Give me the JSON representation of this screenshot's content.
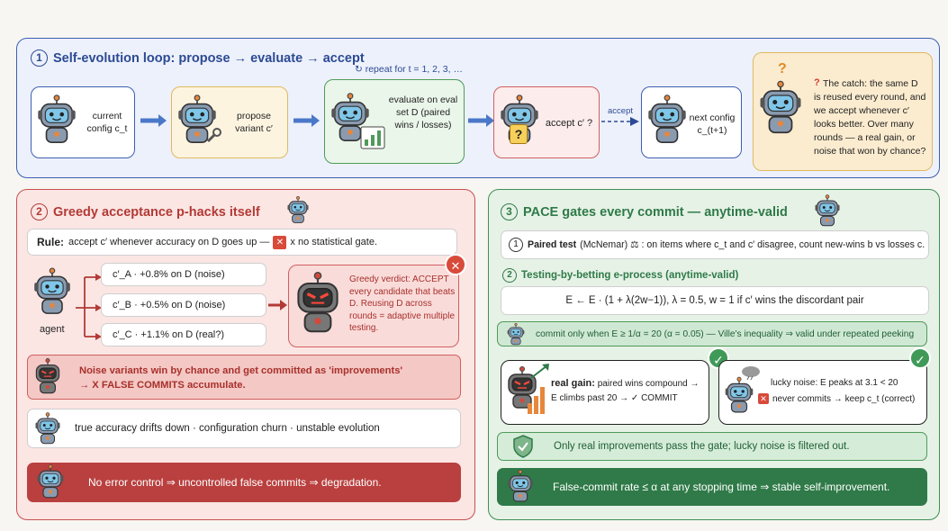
{
  "panel1": {
    "number": "1",
    "title": "Self-evolution loop: propose → evaluate → accept",
    "repeat": "↻ repeat for t = 1, 2, 3, …",
    "step1": "current config c_t",
    "step2": "propose variant c′",
    "step3": "evaluate on eval set D (paired wins / losses)",
    "step4": "accept c′ ?",
    "accept_label": "accept",
    "step5": "next config c_(t+1)",
    "catch_mark": "?",
    "catch_text": "The catch: the same D is reused every round, and we accept whenever c′ looks better. Over many rounds — a real gain, or noise that won by chance?"
  },
  "panel2": {
    "number": "2",
    "title": "Greedy acceptance p-hacks itself",
    "rule_label": "Rule:",
    "rule_text": "accept c′ whenever accuracy on D goes up —",
    "rule_x": "✕",
    "rule_suffix": "x no statistical gate.",
    "agent_label": "agent",
    "cand_a": "c′_A · +0.8% on D (noise)",
    "cand_b": "c′_B · +0.5% on D (noise)",
    "cand_c": "c′_C · +1.1% on D (real?)",
    "verdict": "Greedy verdict: ACCEPT every candidate that beats D. Reusing D across rounds = adaptive multiple testing.",
    "verdict_badge": "✕",
    "noise_line1": "Noise variants win by chance and get committed as 'improvements'",
    "noise_line2": "→ X FALSE COMMITS accumulate.",
    "drift": "true accuracy drifts down · configuration churn · unstable evolution",
    "final": "No error control ⇒ uncontrolled false commits ⇒ degradation."
  },
  "panel3": {
    "number": "3",
    "title": "PACE gates every commit — anytime-valid",
    "paired_num": "1",
    "paired_bold": "Paired test",
    "paired_rest": "(McNemar) ⚖ : on items where c_t and c′ disagree, count new-wins b vs losses c.",
    "betting_num": "2",
    "betting_title": "Testing-by-betting e-process (anytime-valid)",
    "formula": "E ← E · (1 + λ(2w−1)), λ = 0.5, w = 1 if c′ wins the discordant pair",
    "commit_rule": "commit only when E ≥ 1/α = 20 (α = 0.05) — Ville's inequality ⇒ valid under repeated peeking",
    "real_bold": "real gain:",
    "real_text": "paired wins compound → E climbs past 20 → ✓ COMMIT",
    "lucky_text1": "lucky noise: E peaks at 3.1 < 20",
    "lucky_x": "✕",
    "lucky_text2": "never commits → keep c_t (correct)",
    "check": "✓",
    "gate": "Only real improvements pass the gate; lucky noise is filtered out.",
    "final": "False-commit rate ≤ α at any stopping time ⇒ stable self-improvement."
  },
  "colors": {
    "blue": "#3d5fb0",
    "red": "#c85050",
    "green": "#3f8f55",
    "dark_red": "#b9403f",
    "dark_green": "#2f7a48"
  }
}
